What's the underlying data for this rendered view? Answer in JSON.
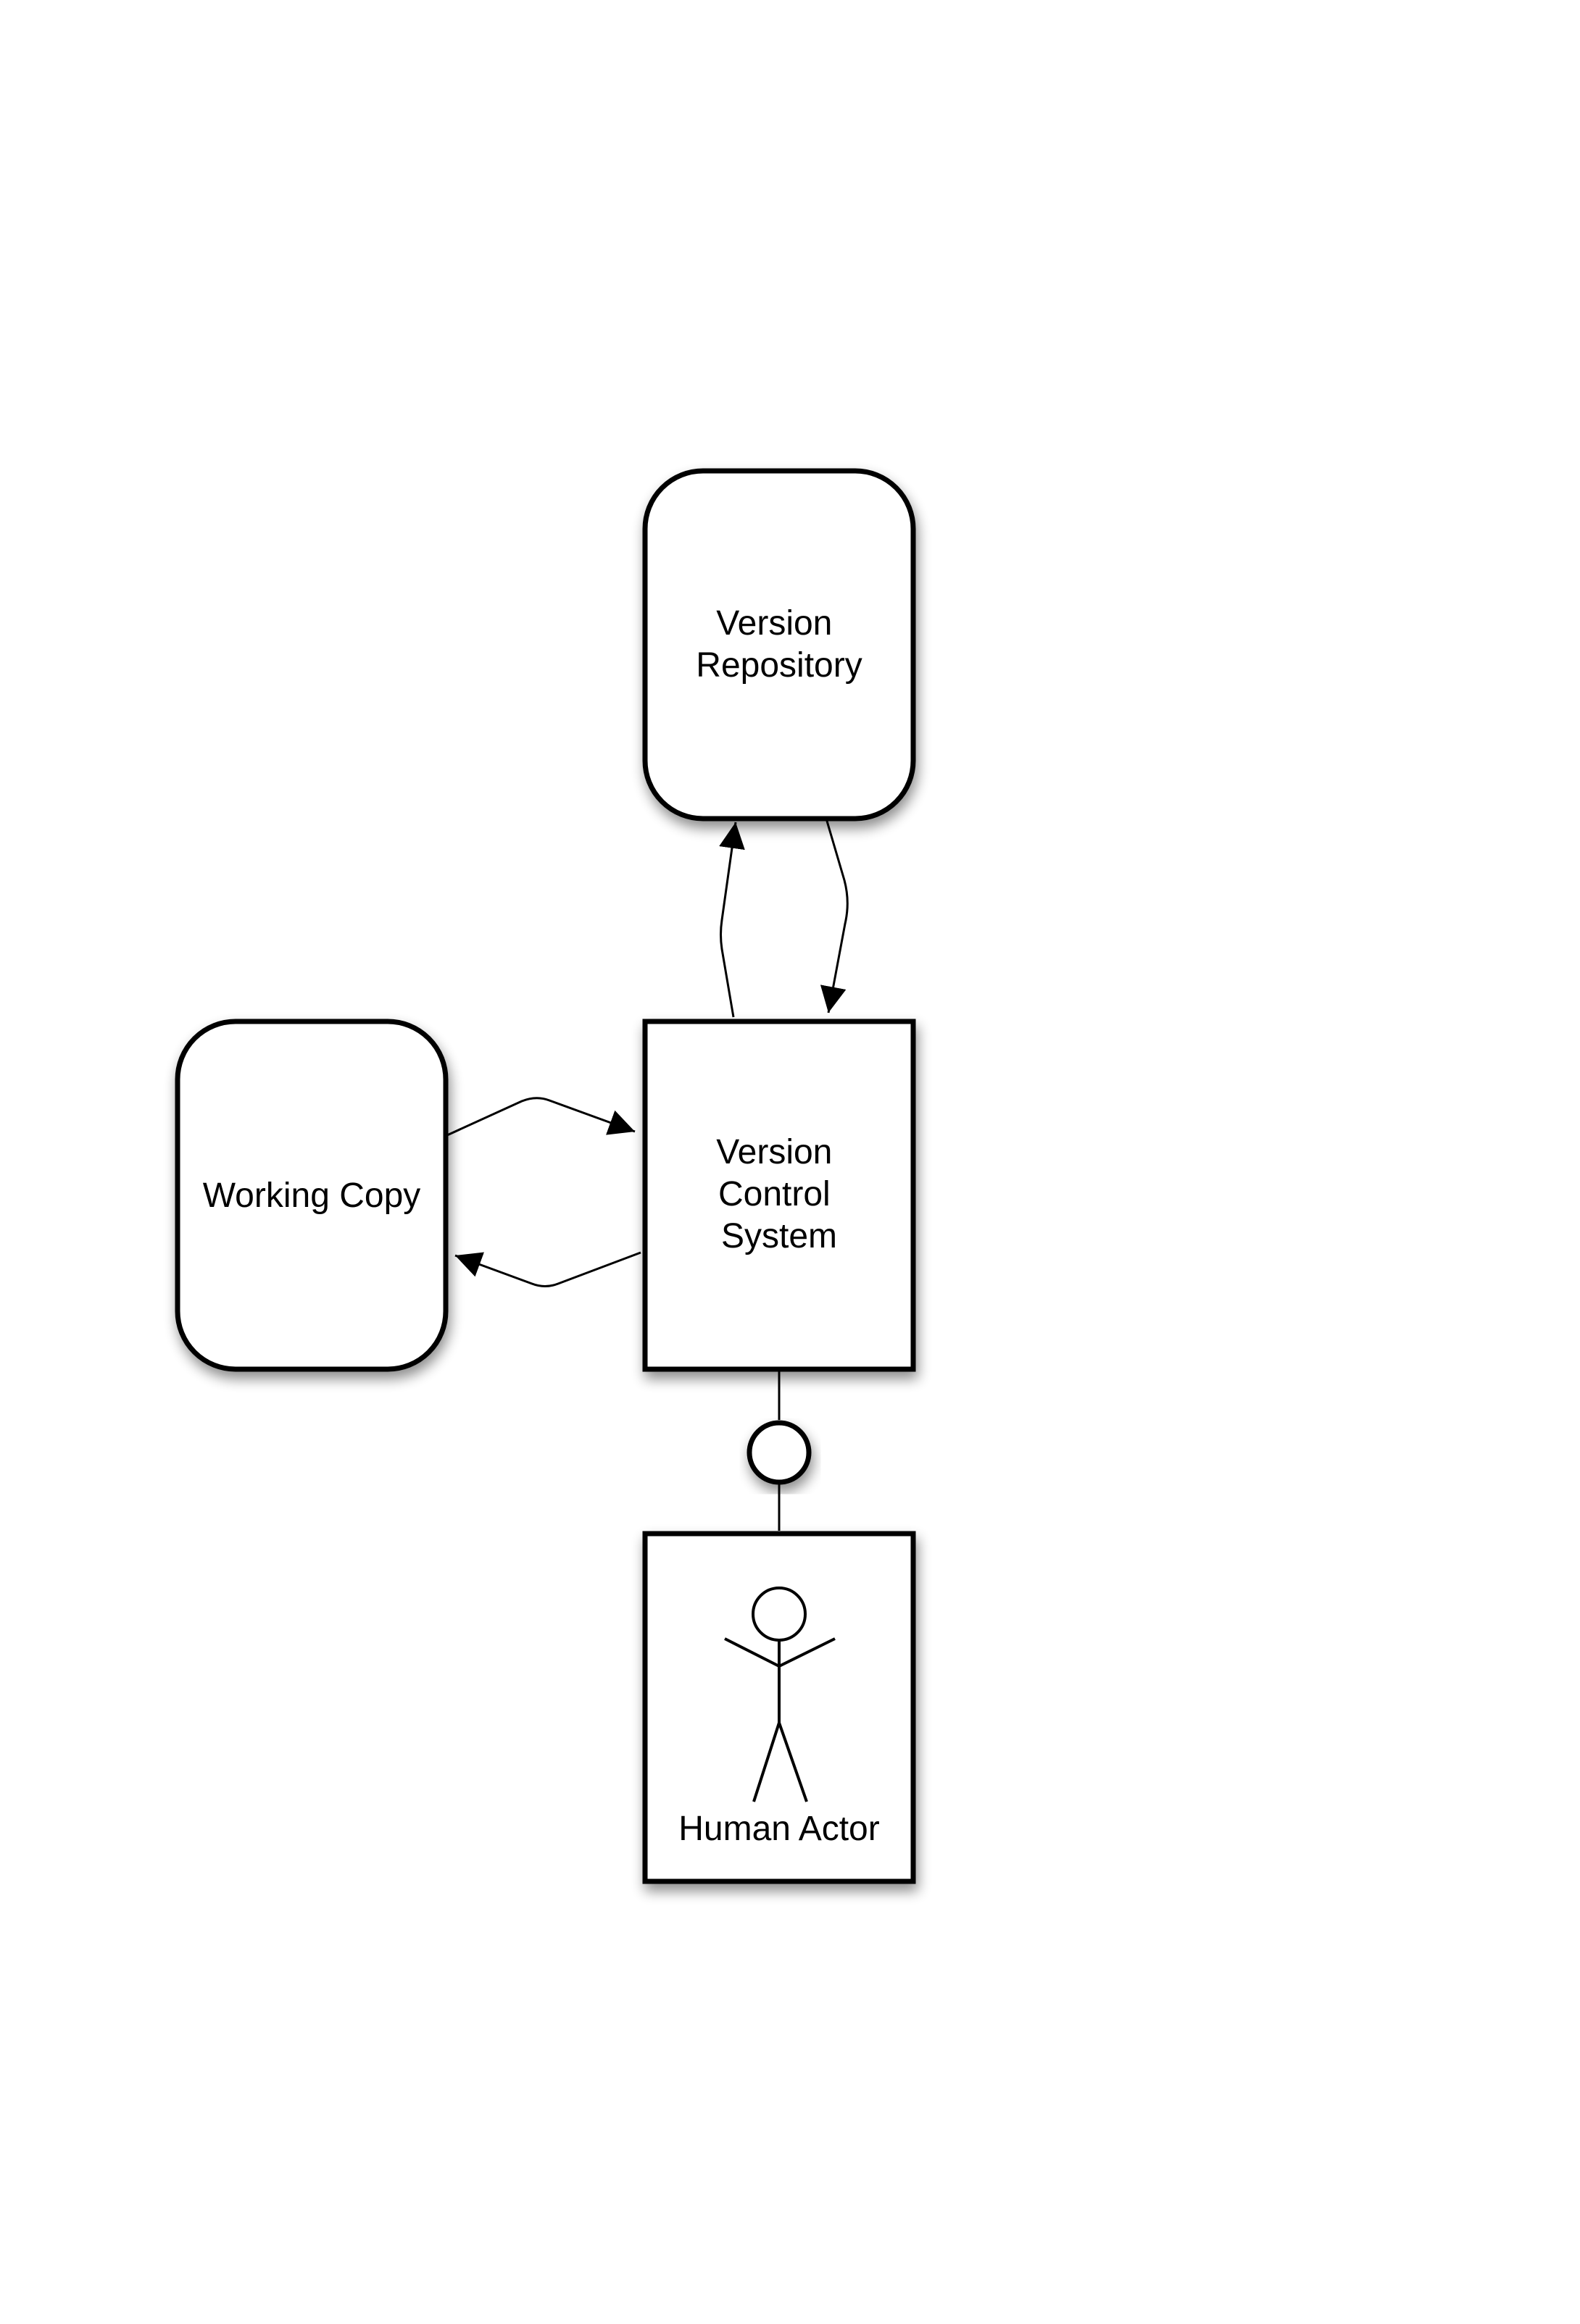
{
  "diagram": {
    "nodes": {
      "version_repository": {
        "lines": [
          "Version",
          "Repository"
        ],
        "shape": "rounded-rect"
      },
      "version_control_system": {
        "lines": [
          "Version",
          "Control",
          "System"
        ],
        "shape": "rect"
      },
      "working_copy": {
        "lines": [
          "Working Copy"
        ],
        "shape": "rounded-rect"
      },
      "human_actor": {
        "lines": [
          "Human Actor"
        ],
        "shape": "rect",
        "icon": "stick-figure-icon"
      },
      "interface": {
        "shape": "circle"
      }
    },
    "edges": [
      {
        "from": "version_control_system",
        "to": "version_repository",
        "arrow": true
      },
      {
        "from": "version_repository",
        "to": "version_control_system",
        "arrow": true
      },
      {
        "from": "working_copy",
        "to": "version_control_system",
        "arrow": true
      },
      {
        "from": "version_control_system",
        "to": "working_copy",
        "arrow": true
      },
      {
        "from": "version_control_system",
        "to": "interface",
        "arrow": false
      },
      {
        "from": "interface",
        "to": "human_actor",
        "arrow": false
      }
    ],
    "colors": {
      "stroke": "#000000",
      "fill": "#ffffff"
    }
  }
}
